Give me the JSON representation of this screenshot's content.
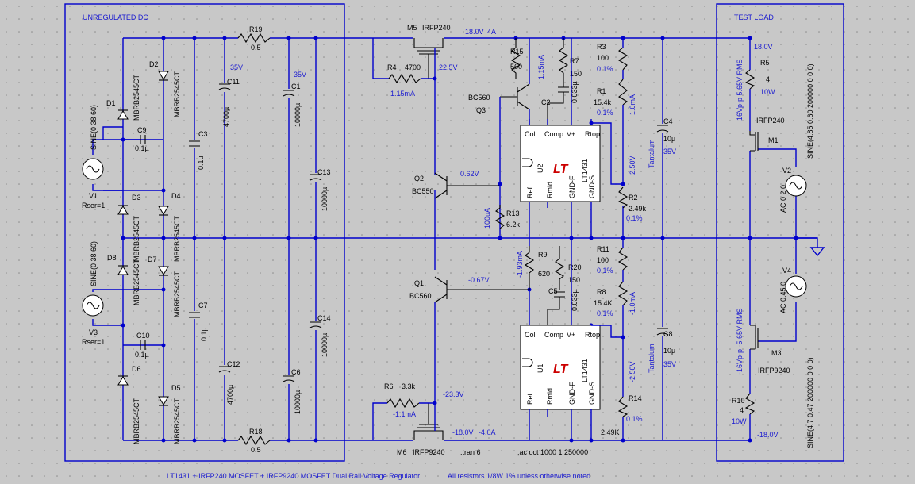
{
  "sections": {
    "unregulated": "UNREGULATED DC",
    "test_load": "TEST LOAD"
  },
  "parts": [
    {
      "id": "r19",
      "name": "R19",
      "value": "0.5"
    },
    {
      "id": "r18",
      "name": "R18",
      "value": "0.5"
    },
    {
      "id": "c11",
      "name": "C11",
      "value": "4700µ",
      "note": "35V"
    },
    {
      "id": "c1",
      "name": "C1",
      "value": "10000µ",
      "note": "35V"
    },
    {
      "id": "c13",
      "name": "C13",
      "value": "10000µ"
    },
    {
      "id": "c14",
      "name": "C14",
      "value": "10000µ"
    },
    {
      "id": "c12",
      "name": "C12",
      "value": "4700µ"
    },
    {
      "id": "c6",
      "name": "C6",
      "value": "10000µ"
    },
    {
      "id": "c3",
      "name": "C3",
      "value": "0.1µ"
    },
    {
      "id": "c7",
      "name": "C7",
      "value": "0.1µ"
    },
    {
      "id": "c9",
      "name": "C9",
      "value": "0.1µ"
    },
    {
      "id": "c10",
      "name": "C10",
      "value": "0.1µ"
    },
    {
      "id": "v1",
      "name": "V1",
      "value": "SINE(0 38 60)",
      "note": "Rser=1"
    },
    {
      "id": "v3",
      "name": "V3",
      "value": "SINE(0 38 60)",
      "note": "Rser=1"
    },
    {
      "id": "d1",
      "name": "D1",
      "value": "MBRB2545CT"
    },
    {
      "id": "d2",
      "name": "D2",
      "value": "MBRB2545CT"
    },
    {
      "id": "d3",
      "name": "D3",
      "value": "MBRB2545CT"
    },
    {
      "id": "d4",
      "name": "D4",
      "value": "MBRB2545CT"
    },
    {
      "id": "d5",
      "name": "D5",
      "value": "MBRB2545CT"
    },
    {
      "id": "d6",
      "name": "D6",
      "value": "MBRB2545CT"
    },
    {
      "id": "d7",
      "name": "D7",
      "value": "MBRB2545CT"
    },
    {
      "id": "d8",
      "name": "D8",
      "value": "MBRB2545CT"
    },
    {
      "id": "m5",
      "name": "M5",
      "value": "IRFP240"
    },
    {
      "id": "m6",
      "name": "M6",
      "value": "IRFP9240"
    },
    {
      "id": "r4",
      "name": "R4",
      "value": "4700"
    },
    {
      "id": "r6",
      "name": "R6",
      "value": "3.3k"
    },
    {
      "id": "q2",
      "name": "Q2",
      "value": "BC550"
    },
    {
      "id": "q1",
      "name": "Q1",
      "value": "BC560"
    },
    {
      "id": "q3",
      "name": "Q3",
      "value": "BC560"
    },
    {
      "id": "r15",
      "name": "R15",
      "value": "560"
    },
    {
      "id": "r7",
      "name": "R7",
      "value": "150"
    },
    {
      "id": "c2",
      "name": "C2",
      "value": "0.033µ"
    },
    {
      "id": "r13",
      "name": "R13",
      "value": "6.2k"
    },
    {
      "id": "r9",
      "name": "R9",
      "value": "620"
    },
    {
      "id": "r20",
      "name": "R20",
      "value": "150"
    },
    {
      "id": "c5",
      "name": "C5",
      "value": "0.033µ"
    },
    {
      "id": "r3",
      "name": "R3",
      "value": "100",
      "note": "0.1%"
    },
    {
      "id": "r1",
      "name": "R1",
      "value": "15.4k",
      "note": "0.1%"
    },
    {
      "id": "r2",
      "name": "R2",
      "value": "2.49k",
      "note": "0.1%"
    },
    {
      "id": "r11",
      "name": "R11",
      "value": "100",
      "note": "0.1%"
    },
    {
      "id": "r8",
      "name": "R8",
      "value": "15.4K",
      "note": "0.1%"
    },
    {
      "id": "r14",
      "name": "R14",
      "value": "2.49K",
      "note": "0.1%"
    },
    {
      "id": "c4",
      "name": "C4",
      "value": "10µ",
      "note": "35V",
      "extra": "Tantalum"
    },
    {
      "id": "c8",
      "name": "C8",
      "value": "10µ",
      "note": "35V",
      "extra": "Tantalum"
    },
    {
      "id": "u2",
      "name": "U2",
      "value": "LT1431"
    },
    {
      "id": "u1",
      "name": "U1",
      "value": "LT1431"
    },
    {
      "id": "r5",
      "name": "R5",
      "value": "4",
      "note": "10W"
    },
    {
      "id": "r10",
      "name": "R10",
      "value": "4",
      "note": "10W"
    },
    {
      "id": "m1",
      "name": "M1",
      "value": "IRFP240"
    },
    {
      "id": "m3",
      "name": "M3",
      "value": "IRFP9240"
    },
    {
      "id": "v2",
      "name": "V2",
      "value": "AC 0 2 0"
    },
    {
      "id": "v4",
      "name": "V4",
      "value": "AC 0.45 0"
    },
    {
      "id": "sine_top",
      "name": "",
      "value": "SINE(4.85 0.60 200000 0 0 0)"
    },
    {
      "id": "sine_bot",
      "name": "",
      "value": "SINE(4.7 0.47 200000 0 0 0)"
    }
  ],
  "ic_pins": [
    "Coll",
    "Comp",
    "V+",
    "Rtop",
    "Ref",
    "Rmid",
    "GND-F",
    "GND-S"
  ],
  "ic_logo": "LT",
  "node_labels": {
    "v18": "18.0V",
    "i4": "4A",
    "v225": "22.5V",
    "i115": "1.15mA",
    "i115b": "1.15mA",
    "v062": "0.62V",
    "i100u": "100uA",
    "i10": "1.0mA",
    "v250": "2.50V",
    "tl18": "18.0V",
    "tl16": "16Vp-p  5.65V RMS",
    "i193": "-1.93mA",
    "vm067": "-0.67V",
    "im10": "-1.0mA",
    "vm250": "-2.50V",
    "vm233": "-23.3V",
    "im11": "-1.1mA",
    "vm18": "-18.0V",
    "im40": "-4.0A",
    "tlm18": "-18.0V",
    "tlm16": "-16Vp-p  -5.65V RMS"
  },
  "directives": {
    "tran": ".tran 6",
    "ac": ";ac oct 1000 1 250000"
  },
  "footer": {
    "title": "LT1431 + IRFP240 MOSFET + IRFP9240 MOSFET Dual Rail Voltage Regulator",
    "note": "All resistors 1/8W 1% unless otherwise noted"
  }
}
